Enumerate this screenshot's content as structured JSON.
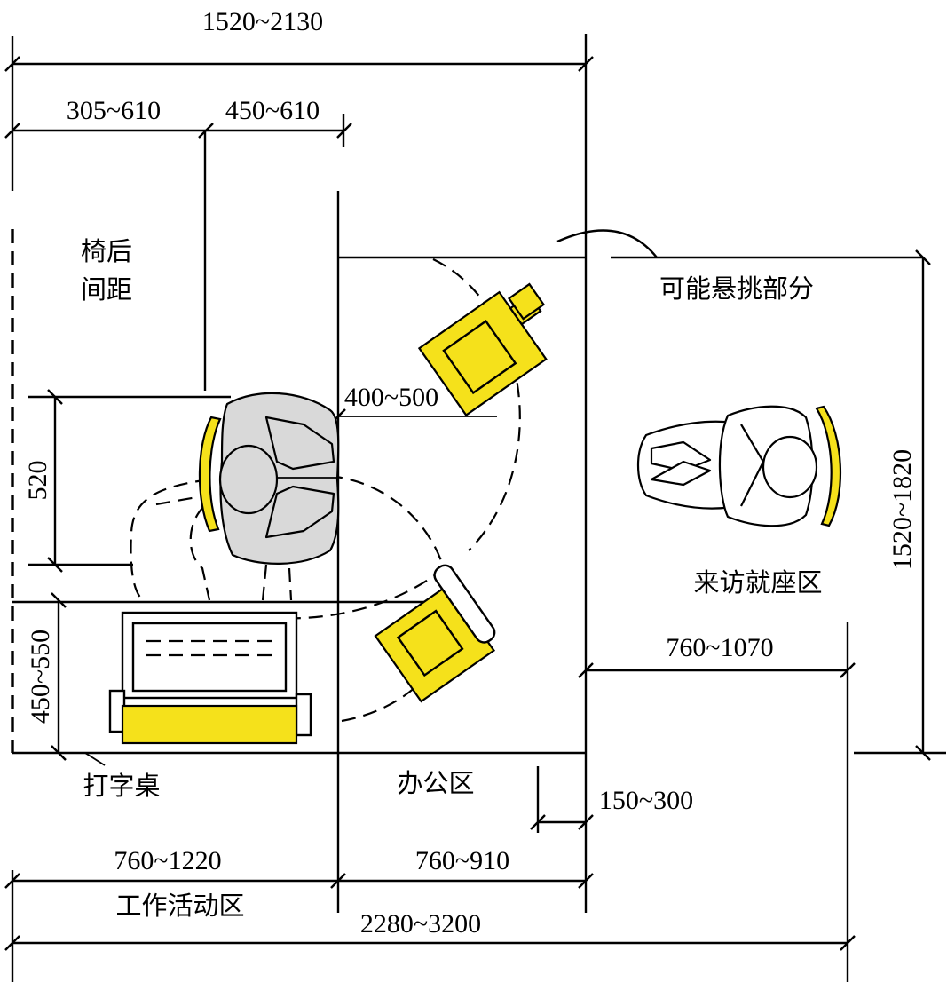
{
  "dimensions": {
    "top_total": "1520~2130",
    "chair_back": "305~610",
    "desk_front": "450~610",
    "desk_depth": "520",
    "chair_reach": "400~500",
    "typing_desk_depth": "450~550",
    "visitor_depth": "1520~1820",
    "visitor_width": "760~1070",
    "overhang": "150~300",
    "work_zone": "760~1220",
    "office_zone": "760~910",
    "bottom_total": "2280~3200"
  },
  "labels": {
    "chair_gap_line1": "椅后",
    "chair_gap_line2": "间距",
    "overhang_part": "可能悬挑部分",
    "visitor_area": "来访就座区",
    "typing_desk": "打字桌",
    "office_area": "办公区",
    "work_area": "工作活动区"
  },
  "colors": {
    "furniture": "#f5e11b",
    "person": "#d9d9d9",
    "line": "#000000"
  }
}
